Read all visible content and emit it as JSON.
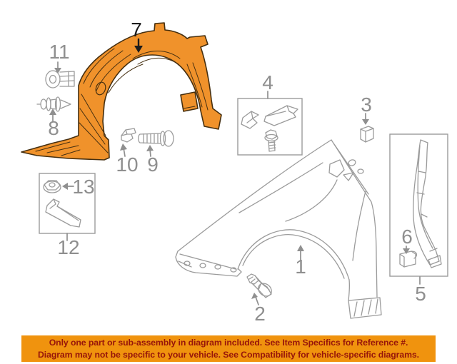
{
  "colors": {
    "highlight": "#F0922B",
    "outline_dark": "#452F10",
    "line_art": "#9B9B9B",
    "label_gray": "#8F8F8F",
    "label_dark": "#1C1C1C",
    "banner_bg": "#F0930E",
    "banner_text": "#97150A",
    "background": "#FFFFFF"
  },
  "parts": [
    {
      "label": "1",
      "name": "front-fender"
    },
    {
      "label": "2",
      "name": "fender-bolt"
    },
    {
      "label": "3",
      "name": "fender-pad"
    },
    {
      "label": "4",
      "name": "bracket-kit-box"
    },
    {
      "label": "5",
      "name": "reinforcement-box"
    },
    {
      "label": "6",
      "name": "reinforcement-clip"
    },
    {
      "label": "7",
      "name": "fender-liner-highlighted"
    },
    {
      "label": "8",
      "name": "push-clip"
    },
    {
      "label": "9",
      "name": "liner-screw"
    },
    {
      "label": "10",
      "name": "liner-clip"
    },
    {
      "label": "11",
      "name": "grommet"
    },
    {
      "label": "12",
      "name": "brace-box"
    },
    {
      "label": "13",
      "name": "flange-nut"
    }
  ],
  "banner": {
    "line1": "Only one part or sub-assembly in diagram included. See Item Specifics for Reference #.",
    "line2": "Diagram may not be specific to your vehicle. See Compatibility for vehicle-specific diagrams."
  }
}
